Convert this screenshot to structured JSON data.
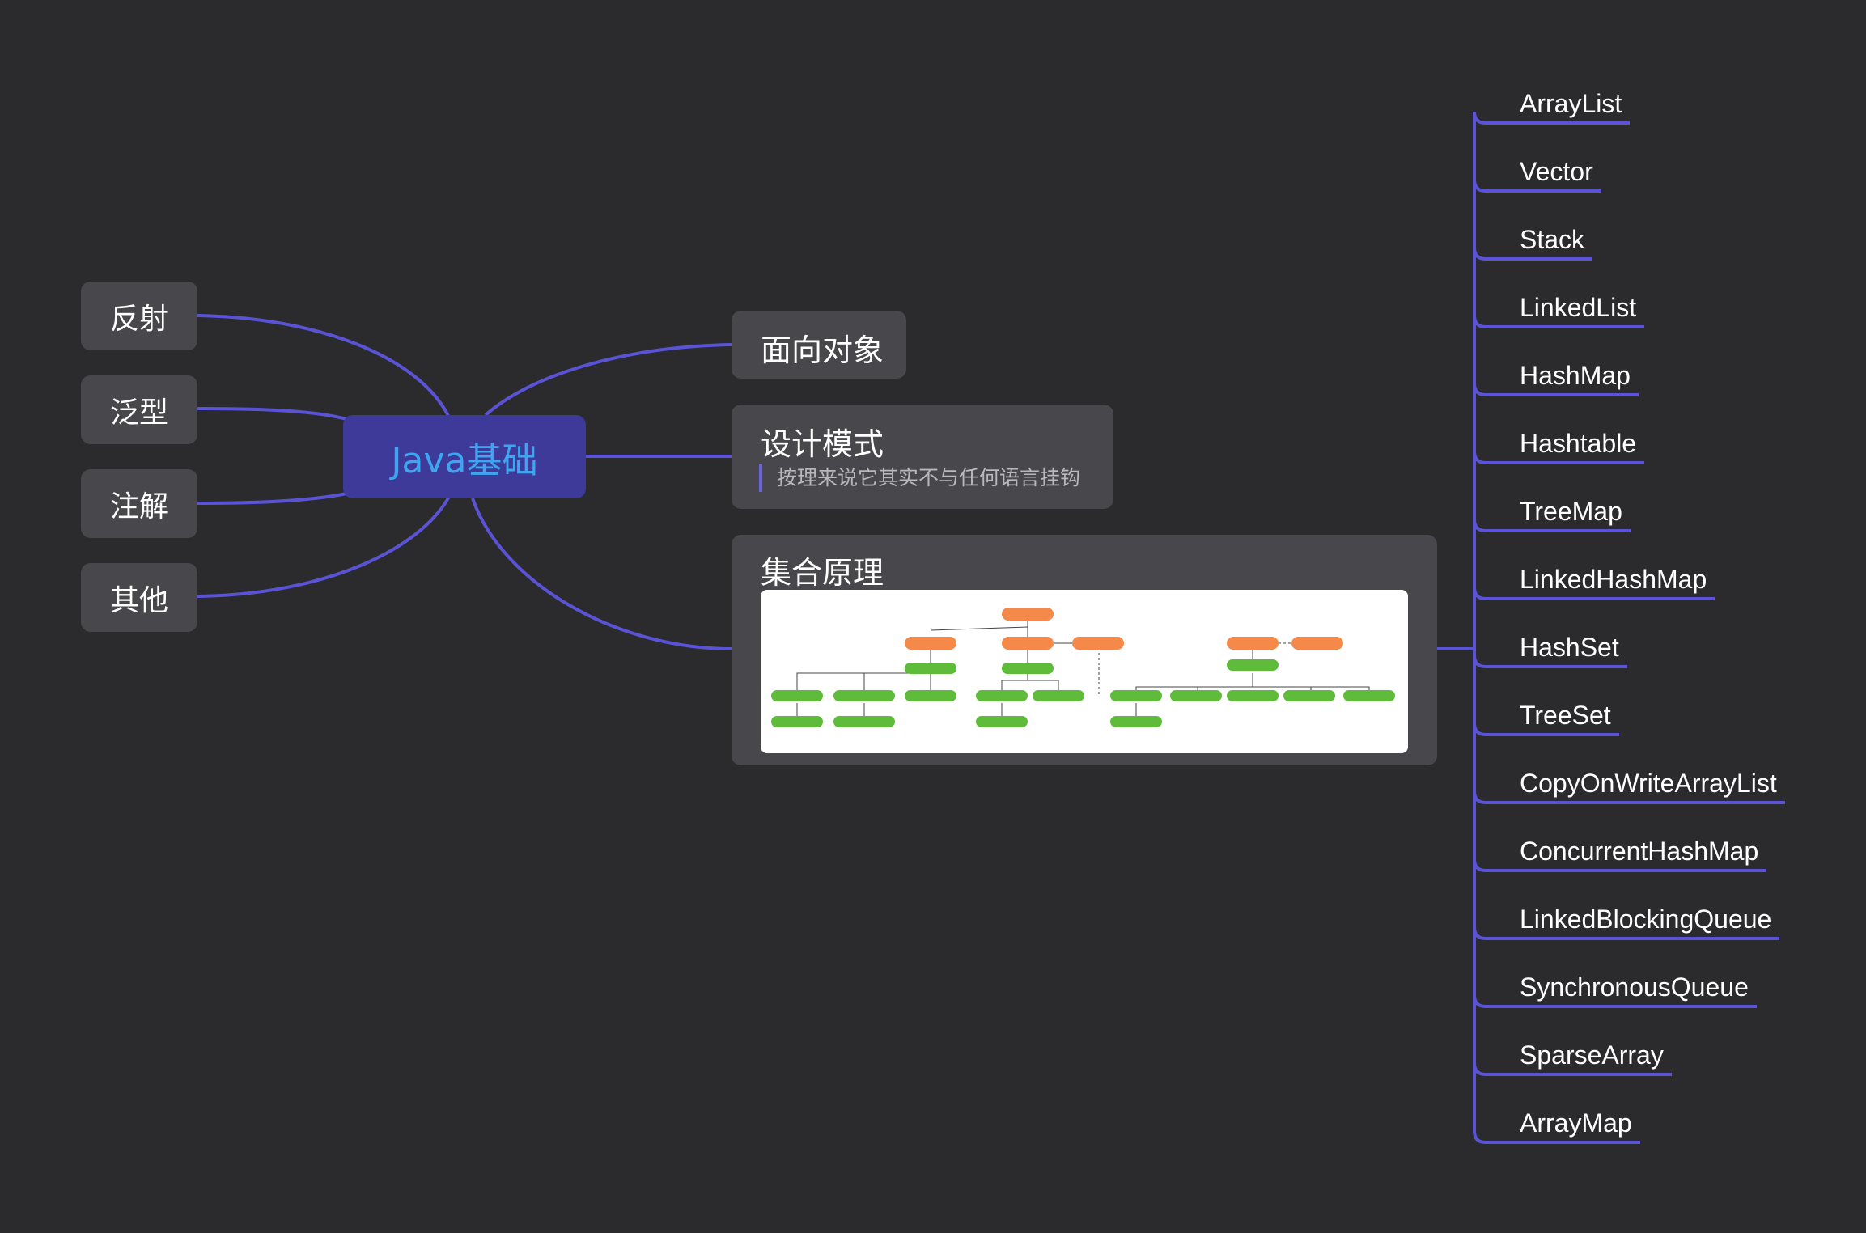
{
  "central_topic": "Java基础",
  "left_topics": [
    {
      "label": "反射"
    },
    {
      "label": "泛型"
    },
    {
      "label": "注解"
    },
    {
      "label": "其他"
    }
  ],
  "right_topics": {
    "oop": {
      "label": "面向对象"
    },
    "design_patterns": {
      "label": "设计模式",
      "note": "按理来说它其实不与任何语言挂钩"
    },
    "collections": {
      "label": "集合原理"
    }
  },
  "collection_items": [
    "ArrayList",
    "Vector",
    "Stack",
    "LinkedList",
    "HashMap",
    "Hashtable",
    "TreeMap",
    "LinkedHashMap",
    "HashSet",
    "TreeSet",
    "CopyOnWriteArrayList",
    "ConcurrentHashMap",
    "LinkedBlockingQueue",
    "SynchronousQueue",
    "SparseArray",
    "ArrayMap"
  ],
  "colors": {
    "background": "#2b2b2d",
    "node": "#48484c",
    "central_fill": "#3d3a9a",
    "central_text": "#3ea6f0",
    "connector": "#5b53d6",
    "thumb_orange": "#f5894a",
    "thumb_green": "#5fbb3a"
  }
}
